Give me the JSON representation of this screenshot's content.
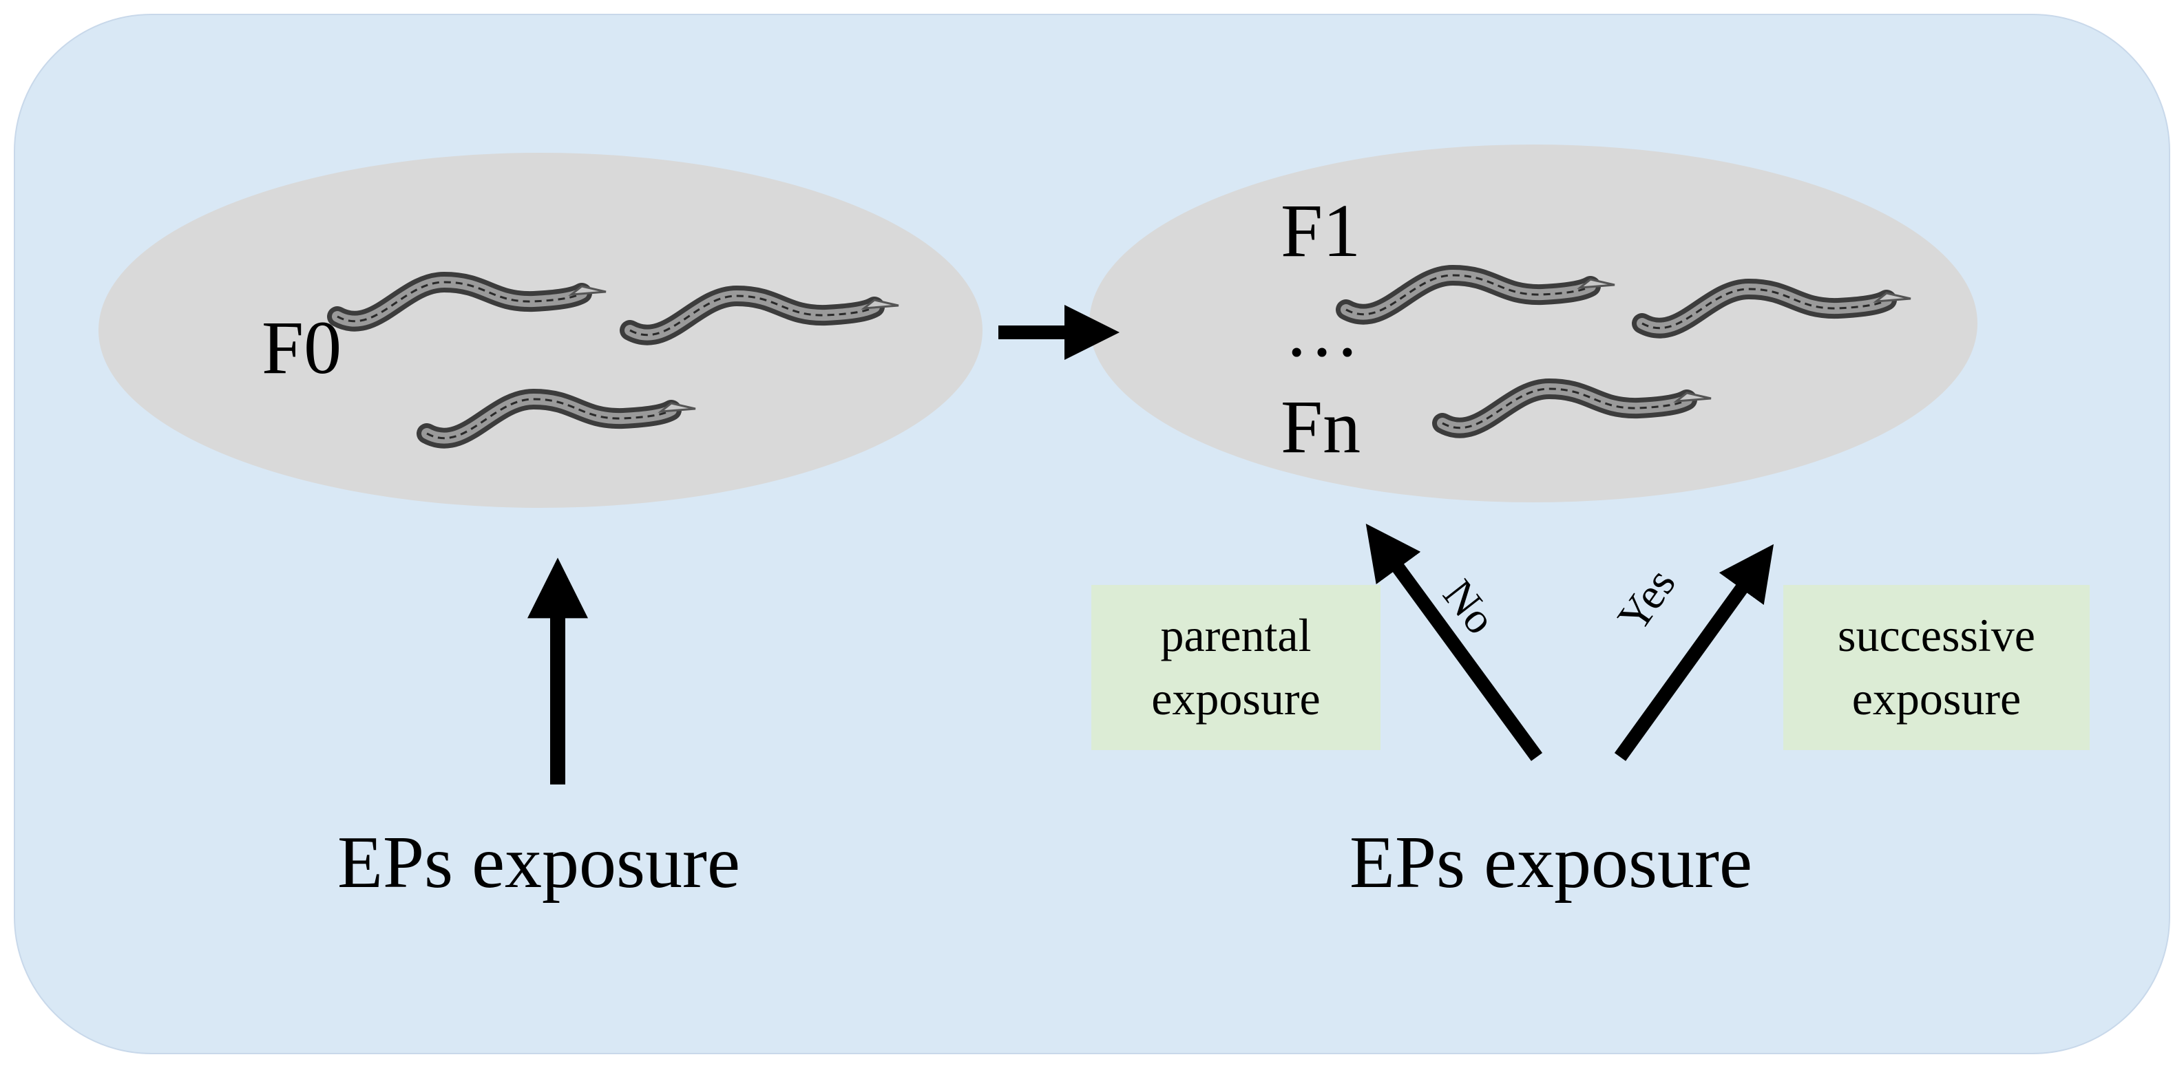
{
  "left_group": {
    "generation_label": "F0"
  },
  "right_group": {
    "first_label": "F1",
    "ellipsis": "…",
    "last_label": "Fn"
  },
  "left_cause": {
    "label": "EPs exposure"
  },
  "right_cause": {
    "label": "EPs exposure"
  },
  "branch_no": {
    "label": "No",
    "box_line1": "parental",
    "box_line2": "exposure"
  },
  "branch_yes": {
    "label": "Yes",
    "box_line1": "successive",
    "box_line2": "exposure"
  },
  "icons": {
    "organism": "nematode-worm-icon"
  },
  "colors": {
    "panel": "#d9e8f5",
    "population": "#d9d9d9",
    "box": "#dcecd5",
    "arrow": "#000000"
  }
}
